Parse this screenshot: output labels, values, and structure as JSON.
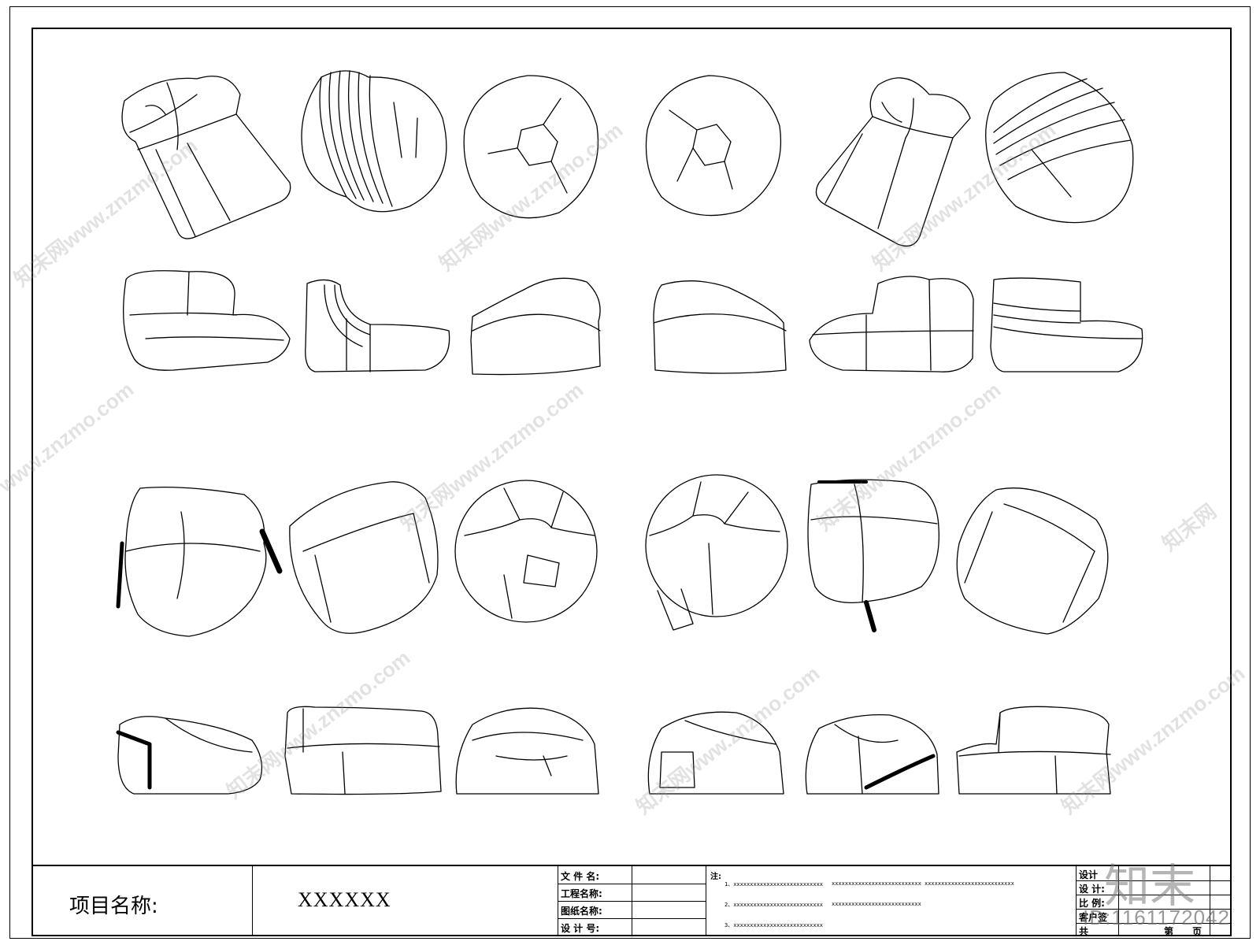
{
  "title_block": {
    "project_label": "项目名称:",
    "project_value": "XXXXXX",
    "fields": [
      "文 件 名:",
      "工程名称:",
      "图纸名称:",
      "设 计 号:"
    ],
    "notes_label": "注:",
    "notes": [
      "1、xxxxxxxxxxxxxxxxxxxxxxxxxxx",
      "xxxxxxxxxxxxxxxxxxxxxxxxxxx",
      "xxxxxxxxxxxxxxxxxxxxxxxxxxx",
      "2、xxxxxxxxxxxxxxxxxxxxxxxxxxx",
      "xxxxxxxxxxxxxxxxxxxxxxxxxxx",
      "3、xxxxxxxxxxxxxxxxxxxxxxxxxxx"
    ],
    "right_fields": [
      "设计",
      "设 计:",
      "比   例:",
      "客户签",
      "共"
    ],
    "page_marks": [
      "第",
      "页"
    ]
  },
  "watermarks": [
    "知末网www.znzmo.com",
    "www.znzmo.com",
    "知末网"
  ],
  "brand": {
    "logo": "知末",
    "id": "ID:1161172042"
  }
}
